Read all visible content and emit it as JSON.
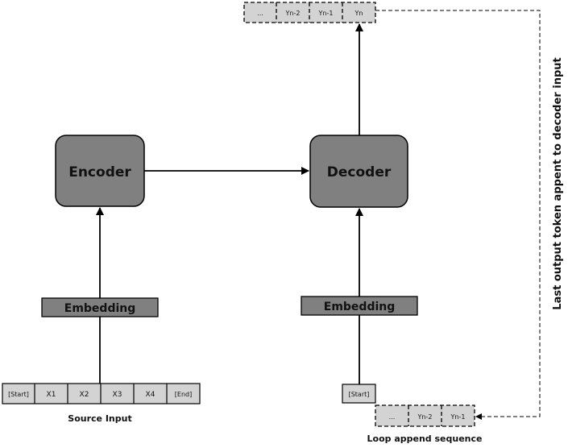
{
  "encoder": {
    "label": "Encoder"
  },
  "decoder": {
    "label": "Decoder"
  },
  "embedding_left": {
    "label": "Embedding"
  },
  "embedding_right": {
    "label": "Embedding"
  },
  "source_input": {
    "caption": "Source Input",
    "tokens": [
      "[Start]",
      "X1",
      "X2",
      "X3",
      "X4",
      "[End]"
    ]
  },
  "decoder_input": {
    "start_token": "[Start]"
  },
  "output_sequence": {
    "tokens": [
      "...",
      "Yn-2",
      "Yn-1",
      "Yn"
    ]
  },
  "loop_sequence": {
    "caption": "Loop append sequence",
    "tokens": [
      "...",
      "Yn-2",
      "Yn-1"
    ]
  },
  "feedback": {
    "label": "Last output token appent to decoder input"
  },
  "colors": {
    "block_fill": "#808080",
    "cell_fill": "#d3d3d3",
    "stroke": "#000000"
  }
}
